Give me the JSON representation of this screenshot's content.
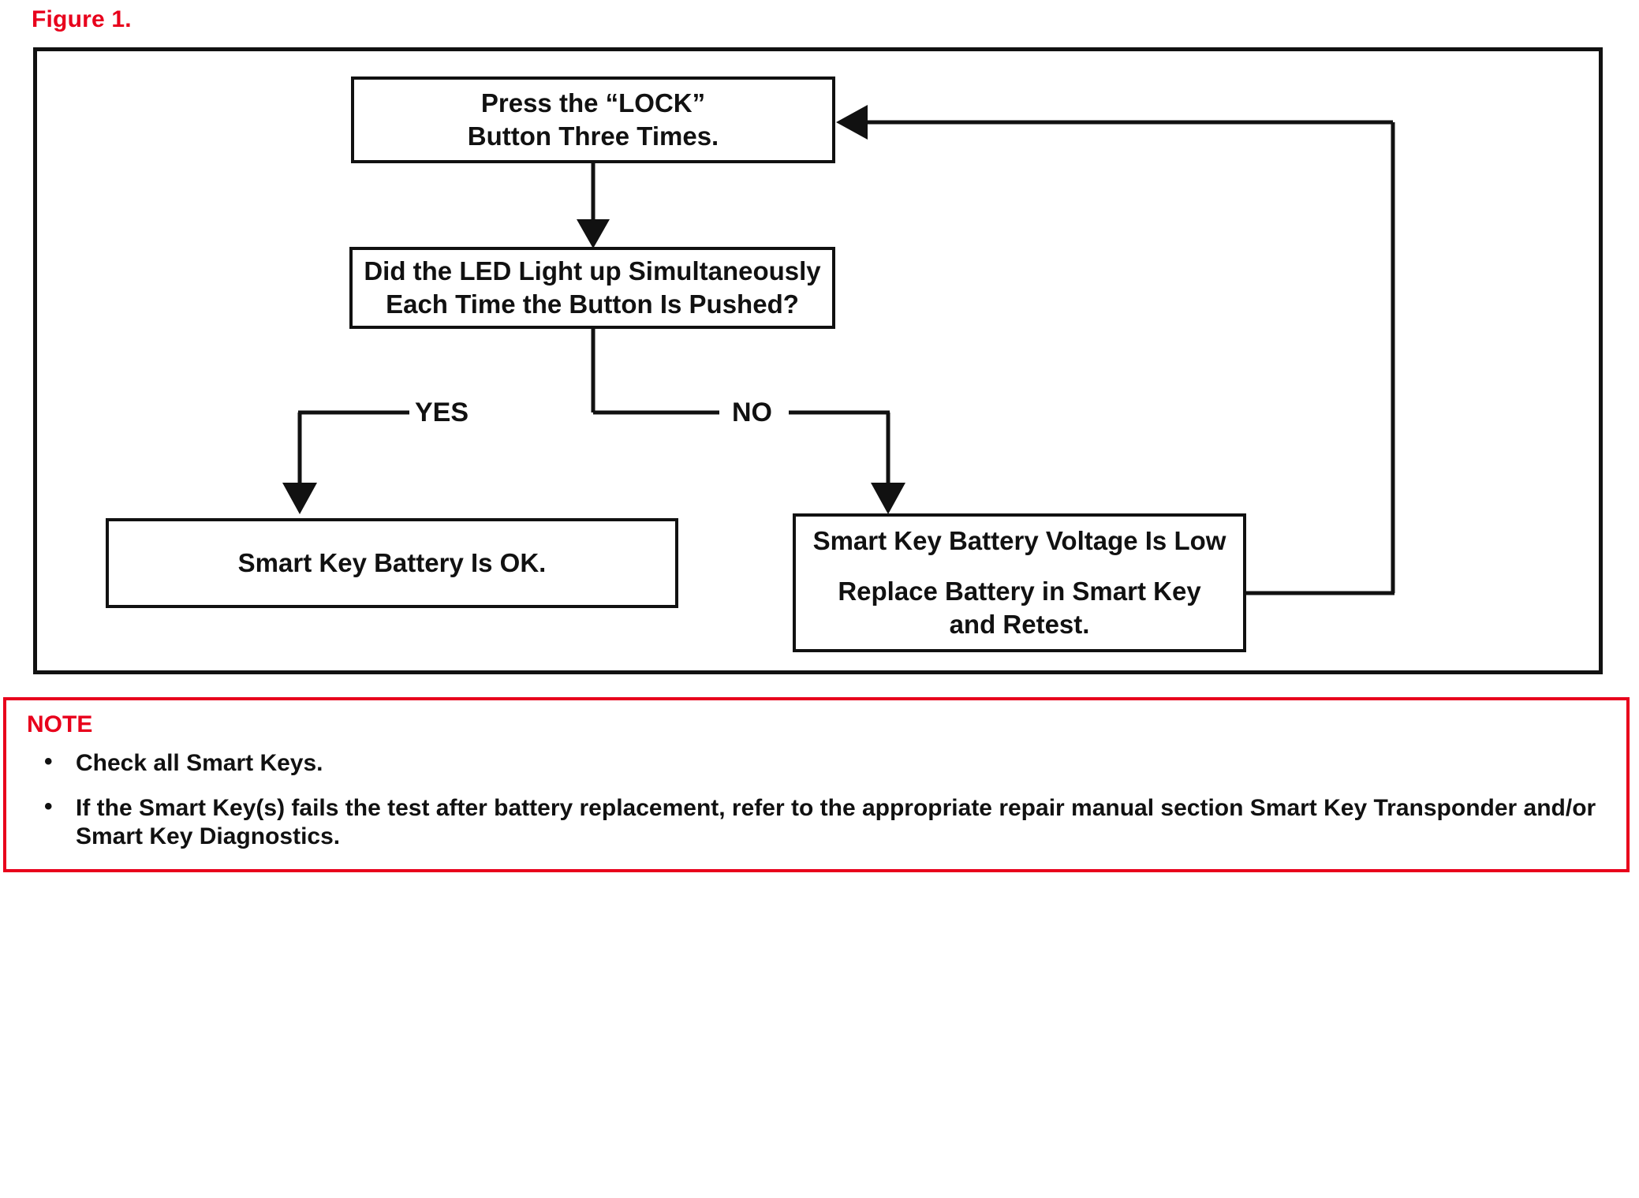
{
  "figure": {
    "caption": "Figure 1.",
    "caption_color": "#e8001c"
  },
  "flowchart": {
    "type": "decision-flowchart",
    "nodes": [
      {
        "id": "press-lock",
        "kind": "process",
        "lines": [
          "Press the “LOCK”",
          "Button Three Times."
        ]
      },
      {
        "id": "led-question",
        "kind": "decision",
        "lines": [
          "Did the LED Light up Simultaneously",
          "Each Time the Button Is Pushed?"
        ]
      },
      {
        "id": "battery-ok",
        "kind": "terminal",
        "lines": [
          "Smart Key Battery Is OK."
        ]
      },
      {
        "id": "battery-low",
        "kind": "terminal",
        "lines": [
          "Smart Key Battery Voltage Is Low",
          "Replace Battery in Smart Key",
          "and Retest."
        ]
      }
    ],
    "branch_labels": {
      "yes": "YES",
      "no": "NO"
    },
    "edges": [
      {
        "from": "press-lock",
        "to": "led-question",
        "label": ""
      },
      {
        "from": "led-question",
        "to": "battery-ok",
        "label": "YES"
      },
      {
        "from": "led-question",
        "to": "battery-low",
        "label": "NO"
      },
      {
        "from": "battery-low",
        "to": "press-lock",
        "label": ""
      }
    ],
    "stroke_color": "#111111"
  },
  "note": {
    "title": "NOTE",
    "border_color": "#e8001c",
    "title_color": "#e8001c",
    "bullet_glyph": "•",
    "items": [
      "Check all Smart Keys.",
      "If the Smart Key(s) fails the test after battery replacement, refer to the appropriate repair manual section Smart Key Transponder and/or Smart Key Diagnostics."
    ]
  }
}
